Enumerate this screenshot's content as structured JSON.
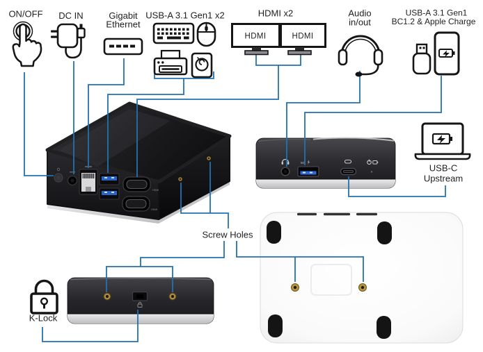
{
  "canvas": {
    "background": "#ffffff",
    "line_color": "#2371b0",
    "text_color": "#1f1f1f"
  },
  "callouts": {
    "on_off": {
      "label": "ON/OFF"
    },
    "dc_in": {
      "label": "DC IN"
    },
    "gigabit_ethernet": {
      "line1": "Gigabit",
      "line2": "Ethernet"
    },
    "usb_a_gen1_x2": {
      "label": "USB-A 3.1 Gen1 x2"
    },
    "hdmi_x2": {
      "label": "HDMI x2",
      "monitors": [
        "HDMI",
        "HDMI"
      ]
    },
    "audio": {
      "line1": "Audio",
      "line2": "in/out"
    },
    "usb_a_bc": {
      "line1": "USB-A 3.1 Gen1",
      "line2": "BC1.2 & Apple Charge"
    },
    "usb_c_upstream": {
      "line1": "USB-C",
      "line2": "Upstream"
    },
    "screw_holes": {
      "label": "Screw Holes"
    },
    "k_lock": {
      "label": "K-Lock"
    }
  },
  "device_marks": {
    "hdmi_port_label": "HDMI",
    "usb_speed_label": "5G"
  },
  "icons": {
    "press_hand": "hand-pressing-power-button",
    "power_adapter": "ac-power-adapter",
    "ethernet_port": "rj45-ethernet-port",
    "keyboard": "keyboard",
    "mouse": "mouse",
    "printer": "printer",
    "hard_drive": "external-hard-drive",
    "monitors": "dual-hdmi-monitors",
    "headset": "headset-with-mic",
    "usb_stick": "usb-flash-drive",
    "phone_charging": "phone-with-charging-battery",
    "laptop_charging": "laptop-with-charging-battery",
    "padlock": "kensington-lock-padlock"
  }
}
